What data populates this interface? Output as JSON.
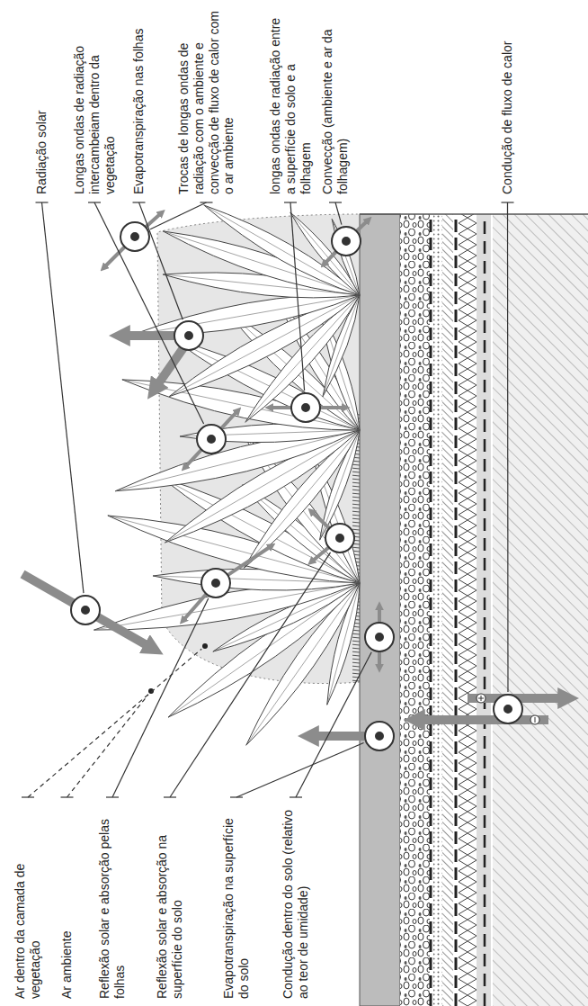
{
  "diagram": {
    "labels": [
      "Ar dentro da camada de vegetação",
      "Ar ambiente",
      "Reflexão solar e absorção pelas folhas",
      "Reflexão solar e absorção na superfície do solo",
      "Evapotranspiração na superfície do solo",
      "Condução dentro do solo (relativo ao teor de umidade)",
      "Radiação solar",
      "Longas ondas de radiação intercambeiam dentro da vegetação",
      "Evapotranspiração nas folhas",
      "Trocas de longas ondas de radiação com o ambiente e convecção de fluxo de calor com o ar ambiente",
      "longas ondas de radiação entre a superfície do solo e a folhagem",
      "Convecção (ambiente e ar da folhagem)",
      "Condução de fluxo de calor"
    ]
  }
}
